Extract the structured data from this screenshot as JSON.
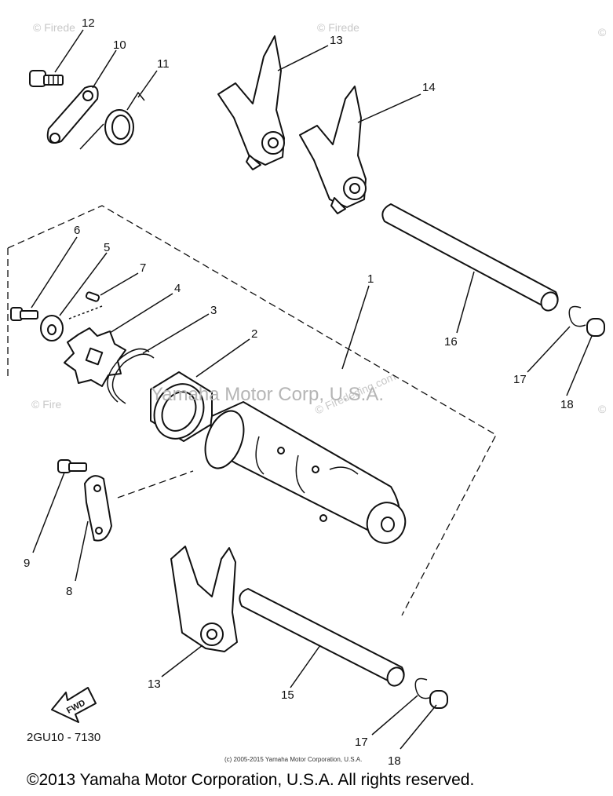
{
  "diagram": {
    "watermarks": {
      "top_left": "© Firedе",
      "top_mid": "© Firede",
      "top_right": "©",
      "mid_left": "© Fire",
      "mid_diag": "© Firededing.com",
      "mid_right": "©",
      "center": "Yamaha Motor Corp, U.S.A."
    },
    "labels": {
      "p1": "1",
      "p2": "2",
      "p3": "3",
      "p4": "4",
      "p5": "5",
      "p6": "6",
      "p7": "7",
      "p8": "8",
      "p9": "9",
      "p10": "10",
      "p11": "11",
      "p12": "12",
      "p13a": "13",
      "p13b": "13",
      "p14": "14",
      "p15": "15",
      "p16": "16",
      "p17a": "17",
      "p17b": "17",
      "p18a": "18",
      "p18b": "18"
    },
    "fwd_arrow_text": "FWD",
    "diagram_code": "2GU10 - 7130",
    "small_copyright": "(c) 2005-2015 Yamaha Motor Corporation, U.S.A.",
    "footer_copyright": "©2013 Yamaha Motor Corporation, U.S.A. All rights reserved."
  }
}
